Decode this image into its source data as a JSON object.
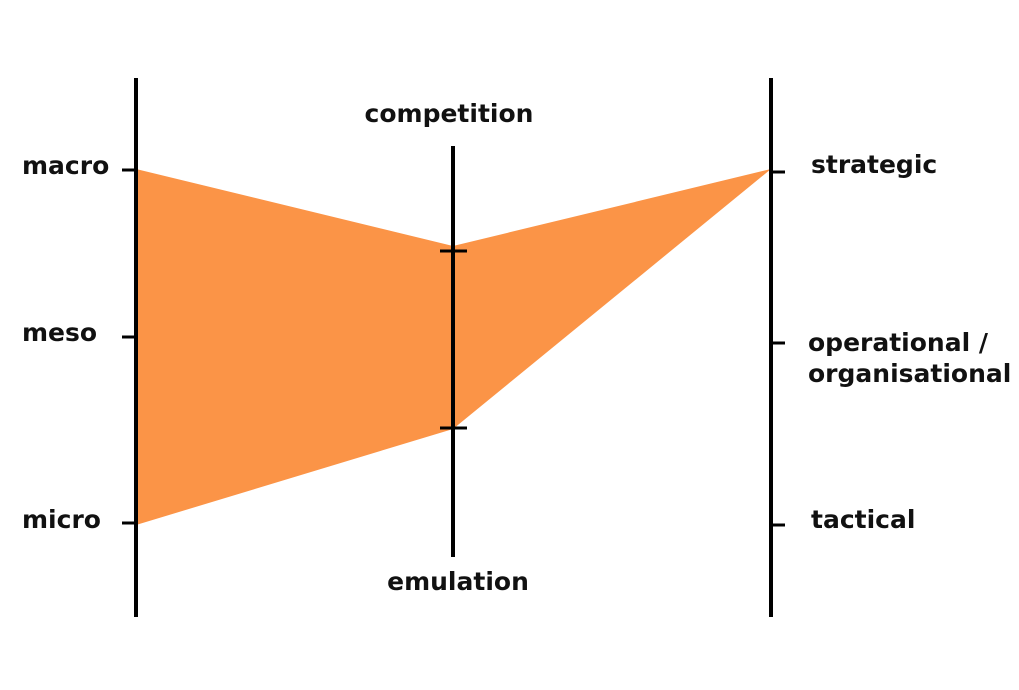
{
  "colors": {
    "fill": "#FB9447",
    "axis": "#000000",
    "text": "#111111"
  },
  "left_axis": {
    "labels": {
      "macro": "macro",
      "meso": "meso",
      "micro": "micro"
    }
  },
  "middle_axis": {
    "top_label": "competition",
    "bottom_label": "emulation"
  },
  "right_axis": {
    "labels": {
      "strategic": "strategic",
      "operational_line1": "operational /",
      "operational_line2": "organisational",
      "tactical": "tactical"
    }
  }
}
